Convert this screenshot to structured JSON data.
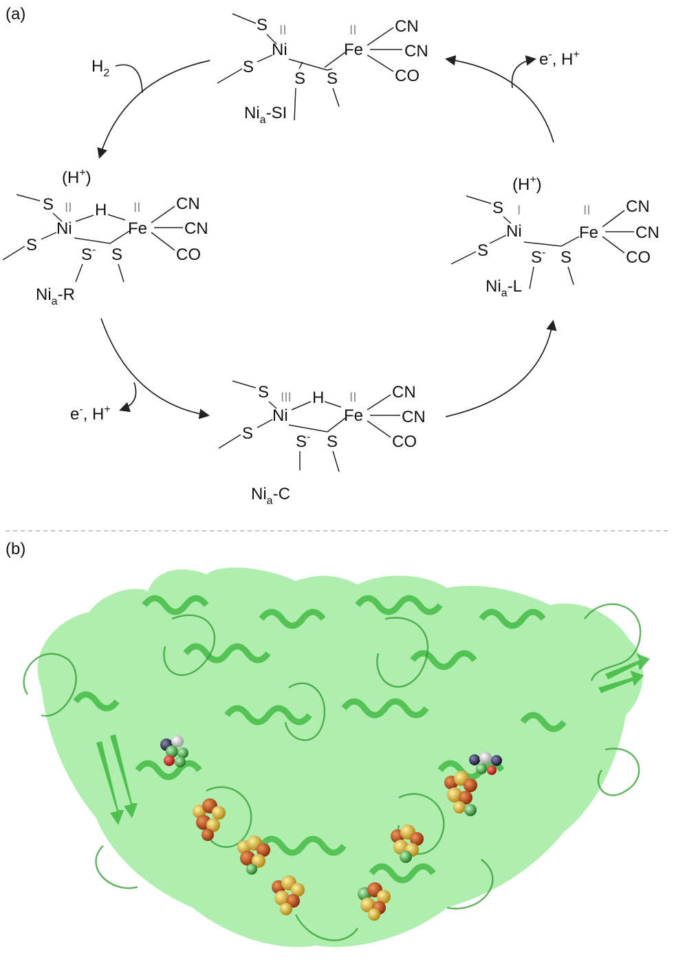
{
  "panel_labels": {
    "a": "(a)",
    "b": "(b)"
  },
  "colors": {
    "text": "#111111",
    "oxidation_state": "#8c8c8c",
    "divider": "#b4b4b4",
    "protein": "#5ede5e",
    "protein_dark": "#2f9b2f",
    "sphere_iron": "#c9541b",
    "sphere_sulfur": "#e3b938"
  },
  "atoms": {
    "ni": "Ni",
    "fe": "Fe",
    "s": "S",
    "s_minus": "S",
    "minus": "-",
    "h": "H"
  },
  "ligands": {
    "cn": "CN",
    "co": "CO"
  },
  "oxidation": {
    "i": "I",
    "ii": "II",
    "iii": "III"
  },
  "protons": {
    "open": "(H",
    "plus": "+",
    "close": ")"
  },
  "states": {
    "si": {
      "main": "Ni",
      "sub": "a",
      "suffix": "-SI"
    },
    "r": {
      "main": "Ni",
      "sub": "a",
      "suffix": "-R"
    },
    "l": {
      "main": "Ni",
      "sub": "a",
      "suffix": "-L"
    },
    "c": {
      "main": "Ni",
      "sub": "a",
      "suffix": "-C"
    }
  },
  "reagents": {
    "h2": {
      "main": "H",
      "sub": "2"
    },
    "eh_top": {
      "e": "e",
      "minus": "-",
      "mid": ", H",
      "plus": "+"
    },
    "eh_bottom": {
      "e": "e",
      "minus": "-",
      "mid": ", H",
      "plus": "+"
    }
  },
  "protein_structure": {
    "representation": "cartoon",
    "ligand_spheres": [
      "iron-sulfur cluster",
      "iron-sulfur cluster",
      "iron-sulfur cluster",
      "iron-sulfur cluster",
      "iron-sulfur cluster",
      "iron-sulfur cluster",
      "active-site ligand",
      "active-site ligand"
    ]
  }
}
